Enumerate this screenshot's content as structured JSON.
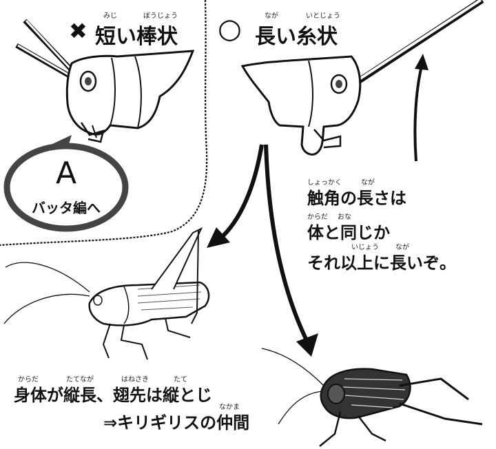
{
  "left_box": {
    "mark": "✖",
    "title": "短い棒状",
    "ruby_mushi": "みじ",
    "ruby_boujou": "ぼうじょう"
  },
  "right_box": {
    "mark": "○",
    "title": "長い糸状",
    "ruby_naga": "なが",
    "ruby_itojou": "いとじょう"
  },
  "circle_a": {
    "letter": "A",
    "subtitle": "バッタ編へ"
  },
  "explanation": {
    "line1": "触角の長さは",
    "line1_ruby_shokkaku": "しょっかく",
    "line1_ruby_naga": "なが",
    "line2": "体と同じか",
    "line2_ruby_karada": "からだ",
    "line2_ruby_ona": "おな",
    "line3": "それ以上に長いぞ。",
    "line3_ruby_ijou": "いじょう",
    "line3_ruby_naga": "なが"
  },
  "katydid_caption": {
    "line1": "身体が縦長、翅先は縦とじ",
    "line1_ruby_karada": "からだ",
    "line1_ruby_tatenaga": "たてなが",
    "line1_ruby_hanesaki": "はねさき",
    "line1_ruby_tate": "たて",
    "line2": "⇒キリギリスの仲間",
    "line2_ruby_nakama": "なかま"
  },
  "colors": {
    "ink": "#111111",
    "background": "#ffffff"
  }
}
